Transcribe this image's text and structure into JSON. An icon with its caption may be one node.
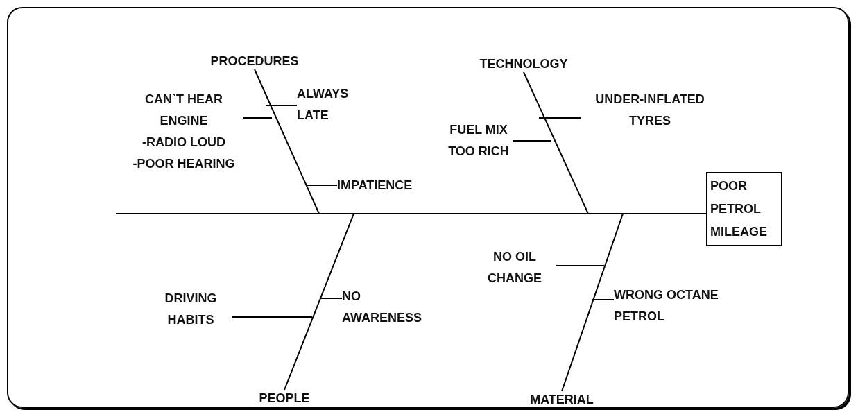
{
  "diagram": {
    "nodes": [
      {
        "text": [
          "POOR PETROL MILEAGE"
        ]
      },
      {
        "text": [
          "PROCEDURES"
        ]
      },
      {
        "text": [
          "CAN`T HEAR ENGINE",
          "-RADIO LOUD",
          "-POOR HEARING"
        ]
      },
      {
        "text": [
          "ALWAYS LATE"
        ]
      },
      {
        "text": [
          "IMPATIENCE"
        ]
      },
      {
        "text": [
          "TECHNOLOGY"
        ]
      },
      {
        "text": [
          "UNDER-INFLATED TYRES"
        ]
      },
      {
        "text": [
          "FUEL MIX TOO RICH"
        ]
      },
      {
        "text": [
          "DRIVING HABITS"
        ]
      },
      {
        "text": [
          "NO AWARENESS"
        ]
      },
      {
        "text": [
          "PEOPLE"
        ]
      },
      {
        "text": [
          "NO OIL CHANGE"
        ]
      },
      {
        "text": [
          "WRONG OCTANE PETROL"
        ]
      },
      {
        "text": [
          "MATERIAL"
        ]
      }
    ],
    "edges": [
      {
        "from": null,
        "to": 0,
        "arrow": "none"
      },
      {
        "from": 1,
        "to": null,
        "arrow": "none"
      },
      {
        "from": 5,
        "to": null,
        "arrow": "none"
      },
      {
        "from": 10,
        "to": null,
        "arrow": "none"
      },
      {
        "from": 13,
        "to": null,
        "arrow": "none"
      },
      {
        "from": 2,
        "to": null,
        "arrow": "none"
      },
      {
        "from": 3,
        "to": null,
        "arrow": "none"
      },
      {
        "from": 4,
        "to": null,
        "arrow": "none"
      },
      {
        "from": 6,
        "to": null,
        "arrow": "none"
      },
      {
        "from": 7,
        "to": null,
        "arrow": "none"
      },
      {
        "from": 8,
        "to": null,
        "arrow": "none"
      },
      {
        "from": 9,
        "to": null,
        "arrow": "none"
      },
      {
        "from": 11,
        "to": null,
        "arrow": "none"
      },
      {
        "from": 12,
        "to": null,
        "arrow": "none"
      }
    ]
  }
}
